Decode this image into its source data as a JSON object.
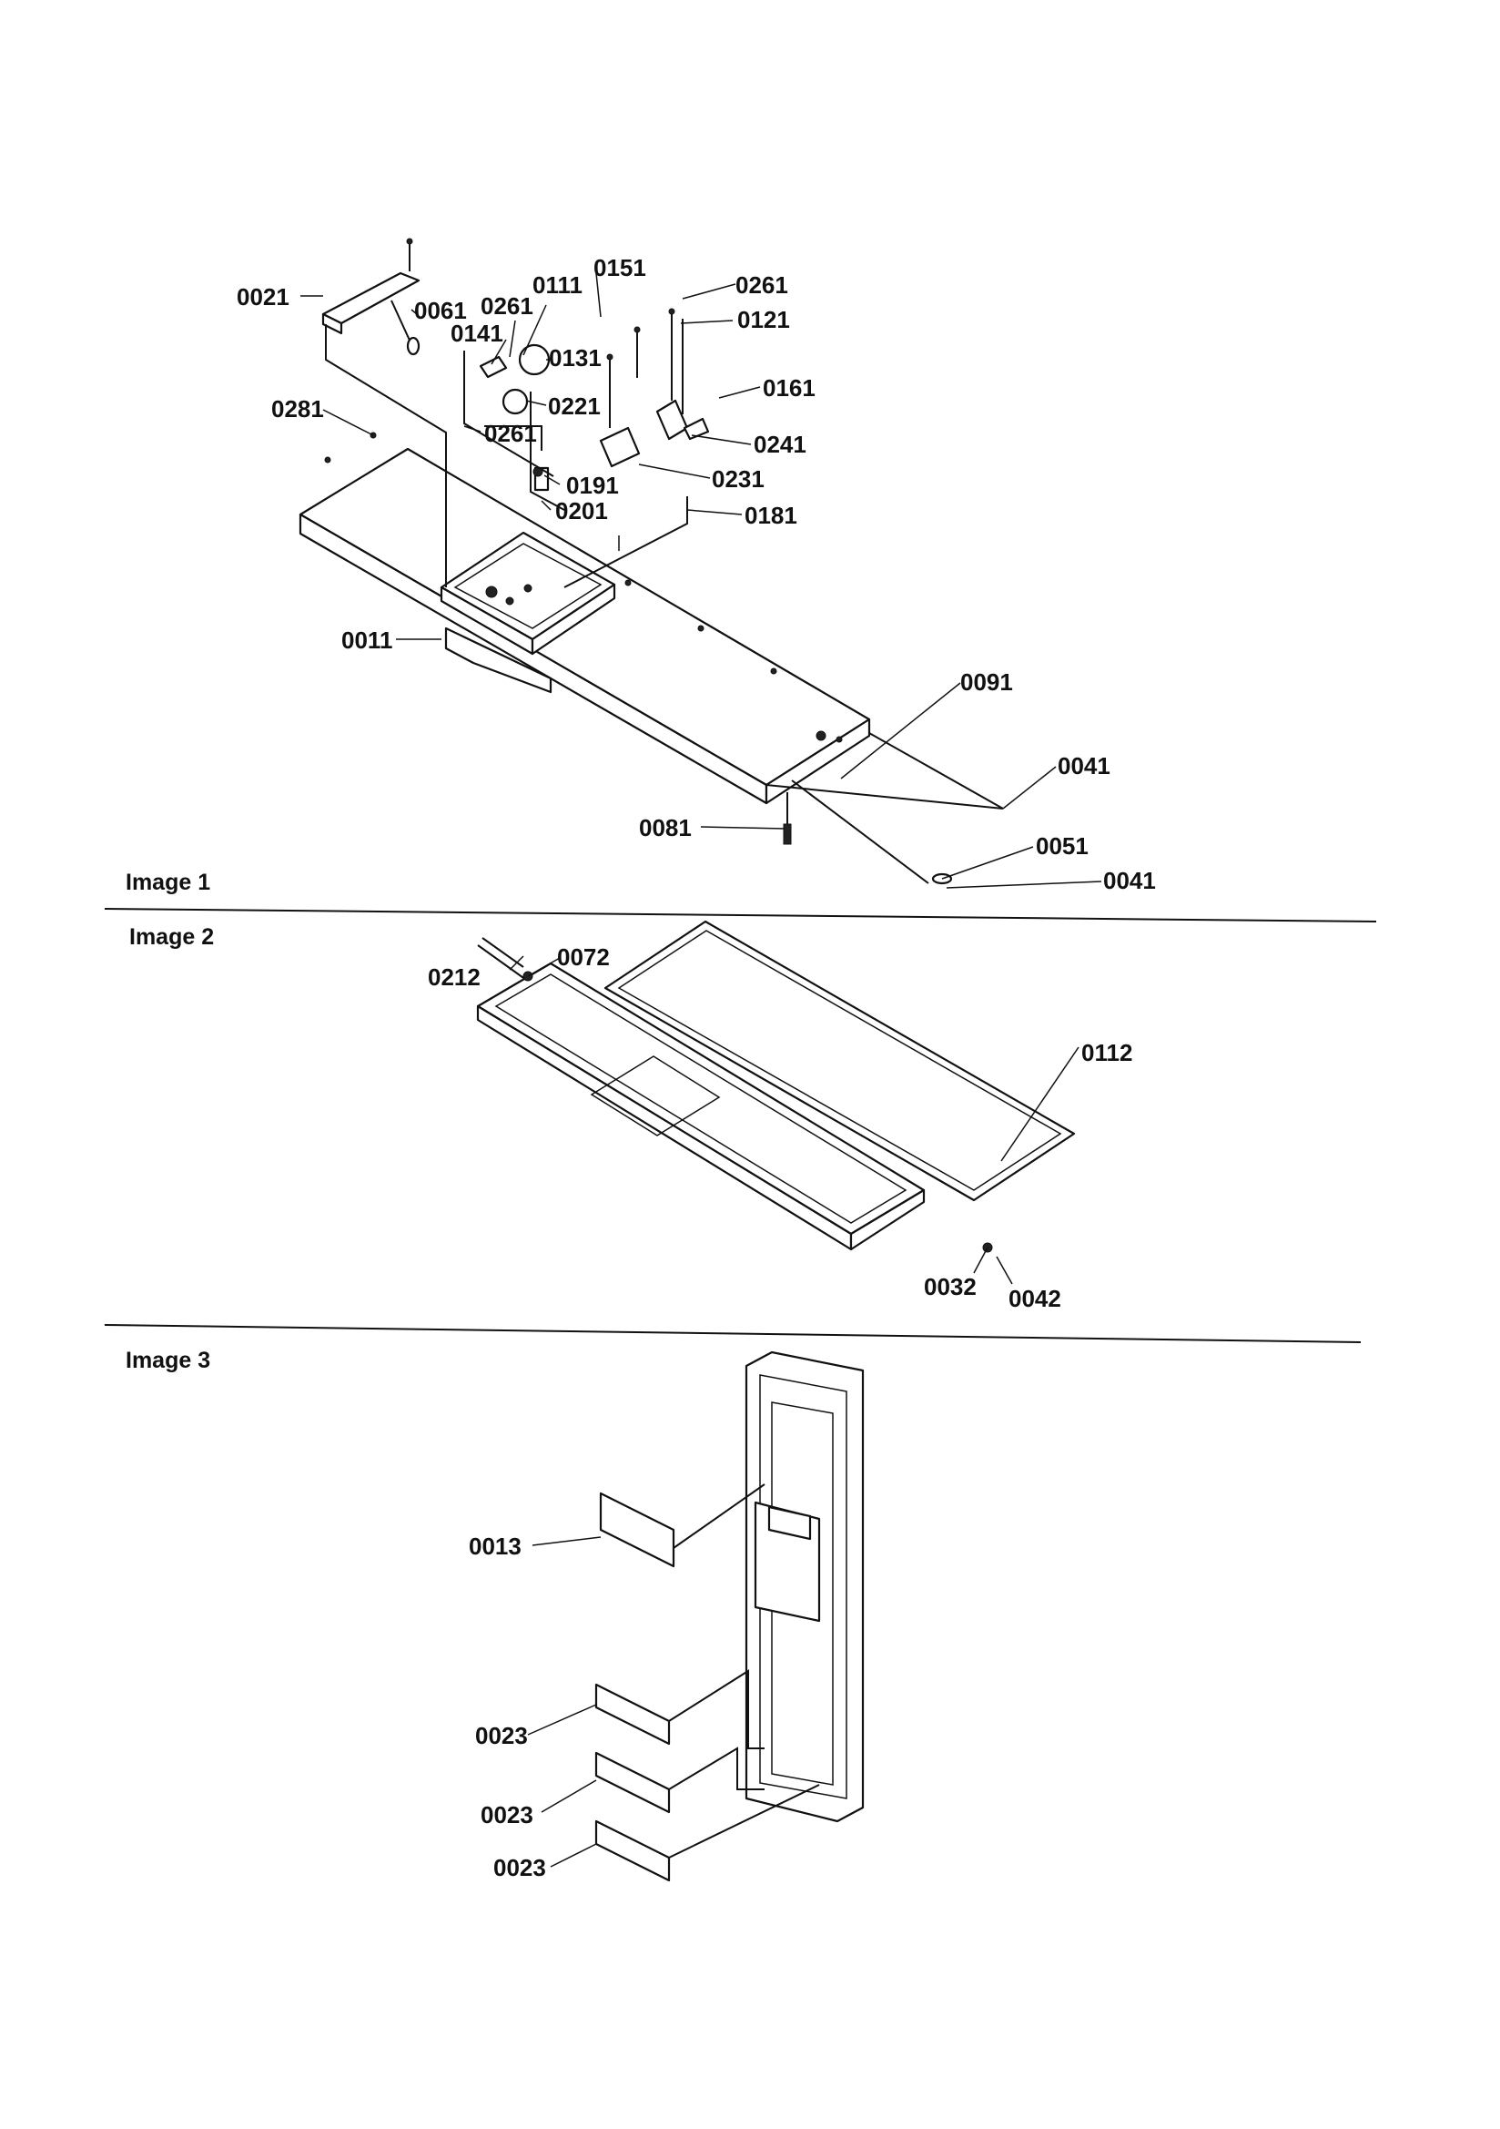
{
  "sections": [
    {
      "title": "Image 1",
      "callouts": [
        "0021",
        "0061",
        "0141",
        "0261",
        "0111",
        "0151",
        "0261",
        "0121",
        "0131",
        "0221",
        "0161",
        "0281",
        "0261",
        "0241",
        "0191",
        "0231",
        "0201",
        "0181",
        "0011",
        "0091",
        "0041",
        "0081",
        "0051",
        "0041"
      ]
    },
    {
      "title": "Image 2",
      "callouts": [
        "0212",
        "0072",
        "0112",
        "0032",
        "0042"
      ]
    },
    {
      "title": "Image 3",
      "callouts": [
        "0013",
        "0023",
        "0023",
        "0023"
      ]
    }
  ]
}
